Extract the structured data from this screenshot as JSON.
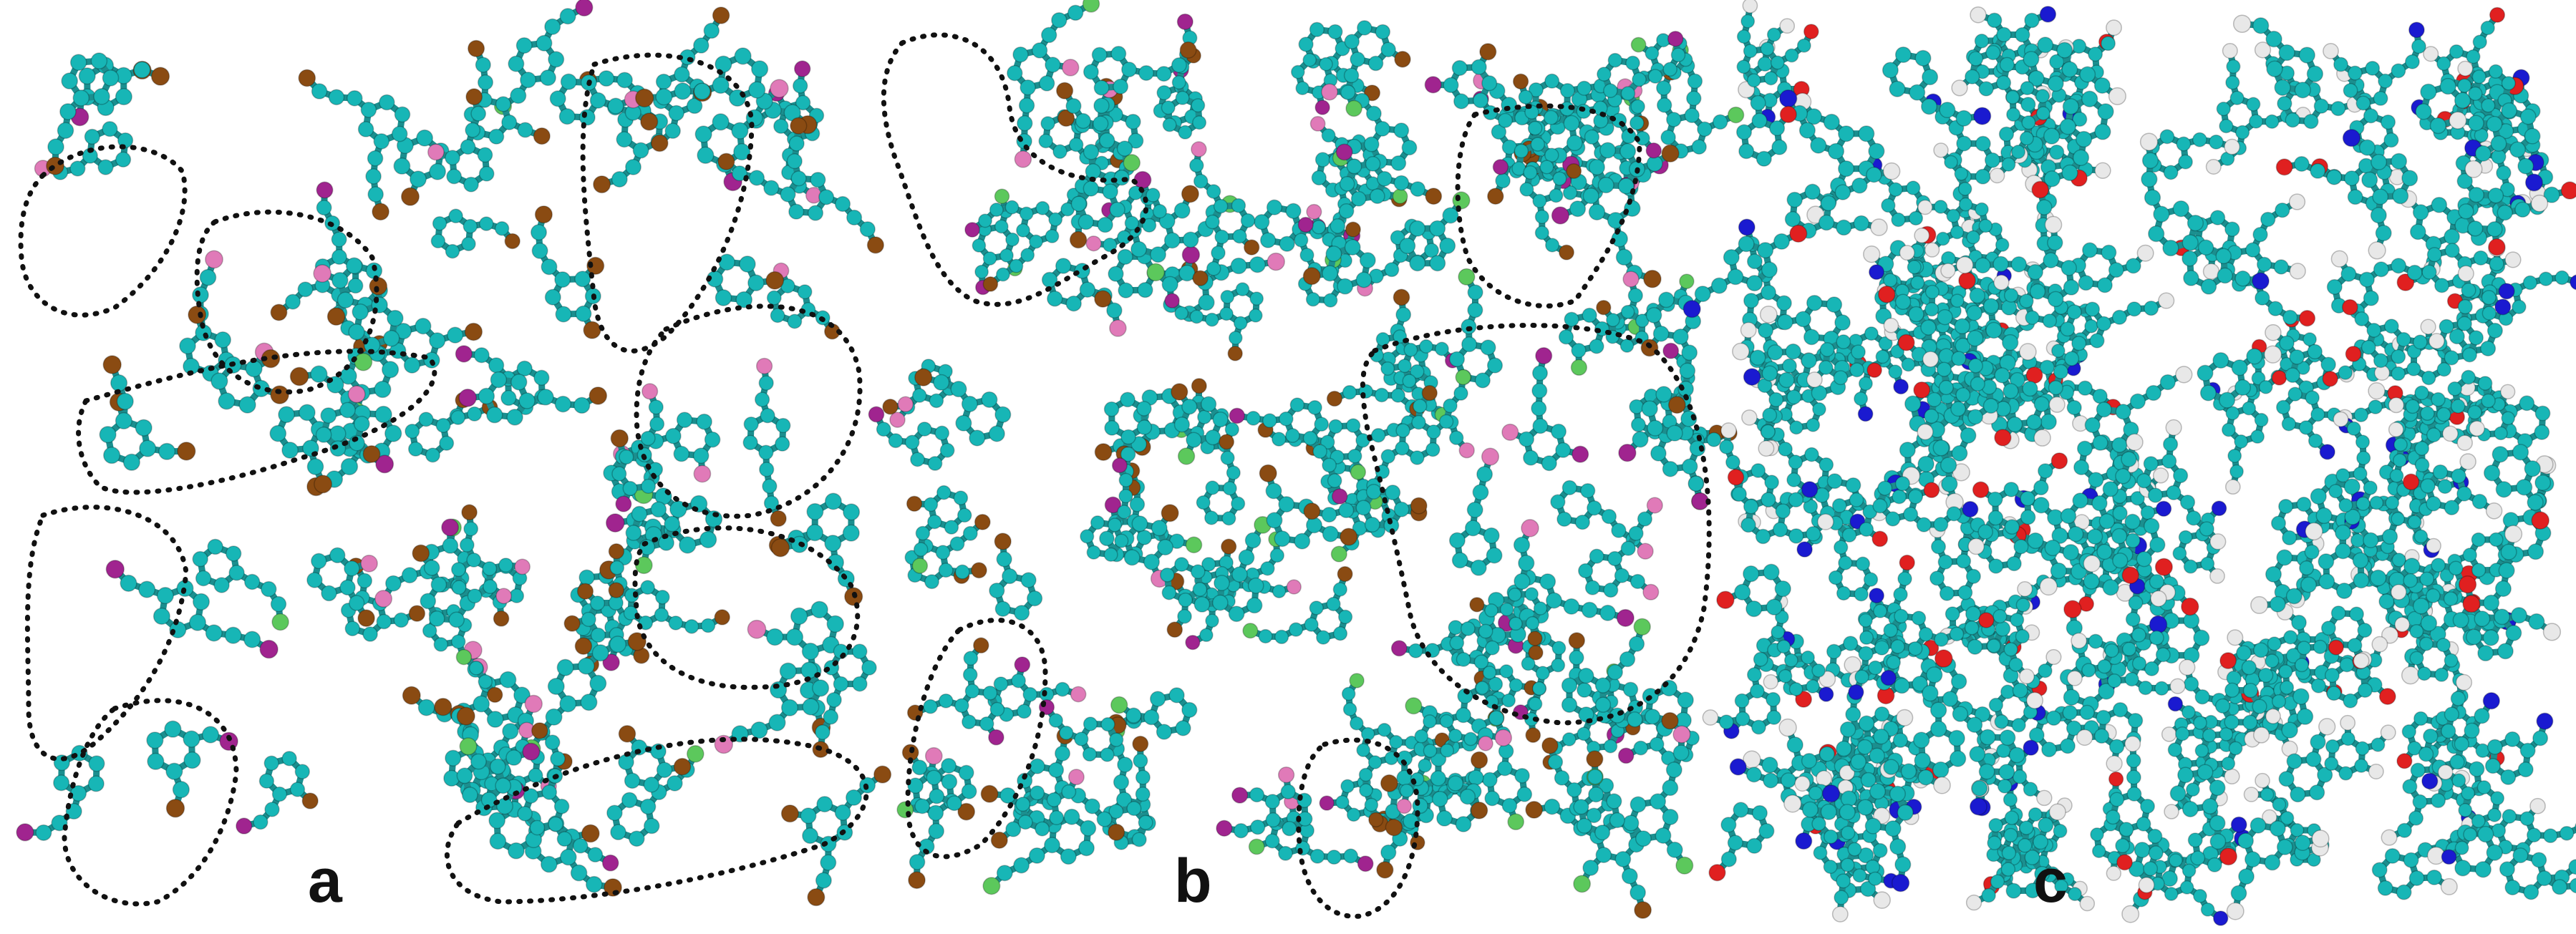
{
  "figure": {
    "background": "#ffffff",
    "panels": [
      {
        "id": "a",
        "label": "a",
        "packing": "loose",
        "has_cluster_outlines": true
      },
      {
        "id": "b",
        "label": "b",
        "packing": "medium",
        "has_cluster_outlines": true
      },
      {
        "id": "c",
        "label": "c",
        "packing": "dense",
        "has_cluster_outlines": false
      }
    ],
    "atom_colors": {
      "carbon": "#17b6b6",
      "bond": "#1b8f8f",
      "bromine": "#8a4b12",
      "iodine_pink": "#e07ab8",
      "magenta": "#a0248f",
      "chlorine_green": "#5cc85c",
      "oxygen": "#e02020",
      "nitrogen": "#1a1ad0",
      "hydrogen": "#e8e8e8",
      "dark_atom": "#202040"
    },
    "panel_a_species": [
      "carbon",
      "bromine",
      "iodine_pink",
      "magenta",
      "chlorine_green"
    ],
    "panel_b_species": [
      "carbon",
      "bromine",
      "iodine_pink",
      "magenta",
      "chlorine_green"
    ],
    "panel_c_species": [
      "carbon",
      "oxygen",
      "nitrogen",
      "hydrogen"
    ]
  }
}
